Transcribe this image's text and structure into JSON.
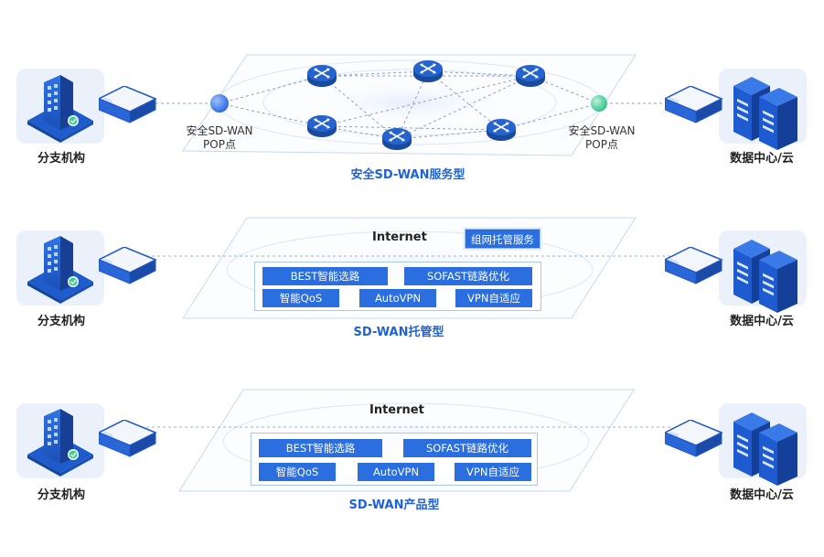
{
  "rows": [
    {
      "left_label": "分支机构",
      "right_label": "数据中心/云",
      "pop_left": [
        "安全SD-WAN",
        "POP点"
      ],
      "pop_right": [
        "安全SD-WAN",
        "POP点"
      ],
      "title": "安全SD-WAN服务型"
    },
    {
      "left_label": "分支机构",
      "right_label": "数据中心/云",
      "internet": "Internet",
      "badge": "组网托管服务",
      "features": [
        "BEST智能选路",
        "SOFAST链路优化",
        "智能QoS",
        "AutoVPN",
        "VPN自适应"
      ],
      "title": "SD-WAN托管型"
    },
    {
      "left_label": "分支机构",
      "right_label": "数据中心/云",
      "internet": "Internet",
      "features": [
        "BEST智能选路",
        "SOFAST链路优化",
        "智能QoS",
        "AutoVPN",
        "VPN自适应"
      ],
      "title": "SD-WAN产品型"
    }
  ],
  "colors": {
    "accent": "#2a6ee0",
    "title": "#1e63d6",
    "tile_bg": "#eaf1fb",
    "pop_left": "#3a7bea",
    "pop_right": "#4bd3a0"
  },
  "icons": [
    "building-icon",
    "sdwan-appliance-icon",
    "server-rack-icon",
    "router-icon"
  ]
}
